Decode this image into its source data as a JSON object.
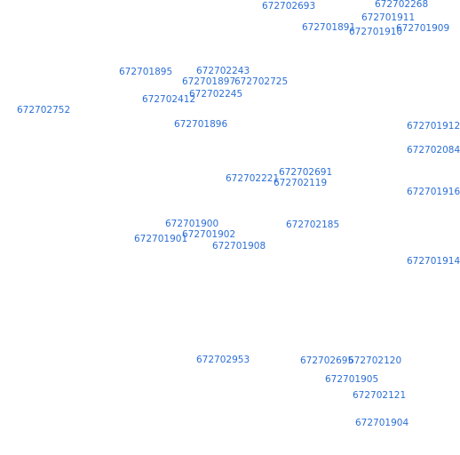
{
  "label_color": "#2b6fd6",
  "background_color": "#ffffff",
  "labels": [
    "672702693",
    "672702268",
    "672701911",
    "672701891",
    "672701910",
    "672701909",
    "672701895",
    "672702243",
    "672701897",
    "672702725",
    "672702245",
    "672702412",
    "672702752",
    "672701896",
    "672701912",
    "672702084",
    "672702691",
    "672702221",
    "672702119",
    "672701916",
    "672701900",
    "672702185",
    "672701902",
    "672701901",
    "672701908",
    "672701914",
    "672702953",
    "672702695",
    "672702120",
    "672701905",
    "672702121",
    "672701904"
  ]
}
